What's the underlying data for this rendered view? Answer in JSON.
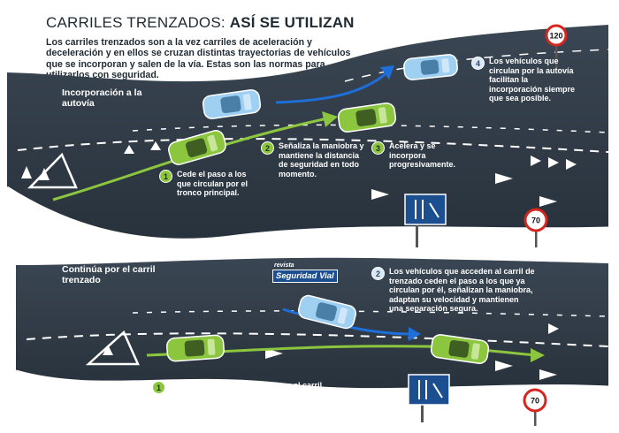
{
  "header": {
    "title_prefix": "CARRILES TRENZADOS:",
    "title_emphasis": "ASÍ SE UTILIZAN",
    "intro": "Los carriles trenzados son a la vez carriles de aceleración y deceleración y en ellos se cruzan distintas trayectorias de vehículos que se incorporan y salen de la vía. Estas son las normas para utilizarlos con seguridad."
  },
  "panel_top": {
    "section_label": "Incorporación a la autovía",
    "speed_sign_top": "120",
    "speed_sign_bottom": "70",
    "steps": [
      {
        "number": "1",
        "text": "Cede el paso a los que circulan por el tronco principal."
      },
      {
        "number": "2",
        "text": "Señaliza la maniobra y mantiene la distancia de seguridad en todo momento."
      },
      {
        "number": "3",
        "text": "Acelera y se incorpora progresivamente."
      },
      {
        "number": "4",
        "text": "Los vehículos que circulan por la autovía facilitan la incorporación siempre que sea posible."
      }
    ]
  },
  "panel_bottom": {
    "section_label": "Continúa por el carril trenzado",
    "logo_top": "revista",
    "logo_main": "Seguridad Vial",
    "speed_sign": "70",
    "steps": [
      {
        "number": "2",
        "text": "Los vehículos que acceden al carril de trenzado ceden el paso a los que ya circulan por él, señalizan la maniobra, adaptan su velocidad y mantienen una separación segura."
      },
      {
        "number": "1",
        "text": "Adapta la velocidad al tráfico en el carril, respeta la señalización y mantiene la distancia de seguridad."
      }
    ]
  },
  "colors": {
    "road": "#2f3a45",
    "road_edge": "#3e4a56",
    "green_car": "#8cc63f",
    "blue_car": "#9fd0f2",
    "arrow_blue": "#1e6fd9",
    "arrow_green": "#8cc63f",
    "sign_red": "#d7261e",
    "sign_panel": "#1c4f8f"
  }
}
